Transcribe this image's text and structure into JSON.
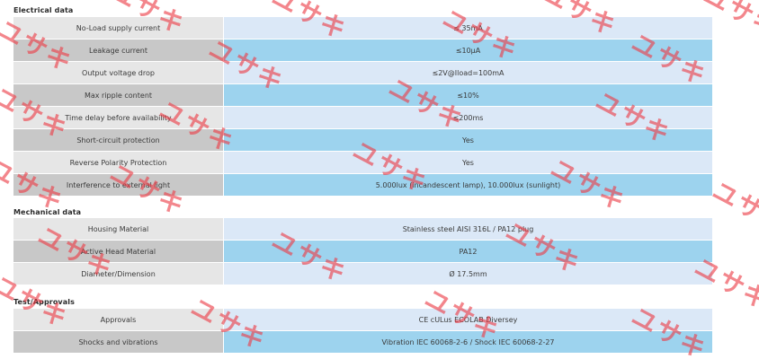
{
  "sections": [
    {
      "title": "Electrical data",
      "rows": [
        {
          "label": "No-Load supply current",
          "value": "≤ 35mA"
        },
        {
          "label": "Leakage current",
          "value": "≤10μA"
        },
        {
          "label": "Output voltage drop",
          "value": "≤2V@Iload=100mA"
        },
        {
          "label": "Max ripple content",
          "value": "≤10%"
        },
        {
          "label": "Time delay before availability",
          "value": "≤200ms"
        },
        {
          "label": "Short-circuit protection",
          "value": "Yes"
        },
        {
          "label": "Reverse Polarity Protection",
          "value": "Yes"
        },
        {
          "label": "Interference to external light",
          "value": "5.000lux (incandescent lamp), 10.000lux (sunlight)"
        }
      ]
    },
    {
      "title": "Mechanical data",
      "rows": [
        {
          "label": "Housing Material",
          "value": "Stainless steel AISI 316L / PA12 plug"
        },
        {
          "label": "Active Head Material",
          "value": "PA12"
        },
        {
          "label": "Diameter/Dimension",
          "value": "Ø 17.5mm"
        }
      ]
    },
    {
      "title": "Test/Approvals",
      "rows": [
        {
          "label": "Approvals",
          "value": "CE cULus ECOLAB Diversey"
        },
        {
          "label": "Shocks and vibrations",
          "value": "Vibration IEC 60068-2-6 / Shock IEC 60068-2-27"
        }
      ]
    }
  ],
  "watermark": {
    "text": "ユサキ",
    "color": "#ec3c46"
  }
}
